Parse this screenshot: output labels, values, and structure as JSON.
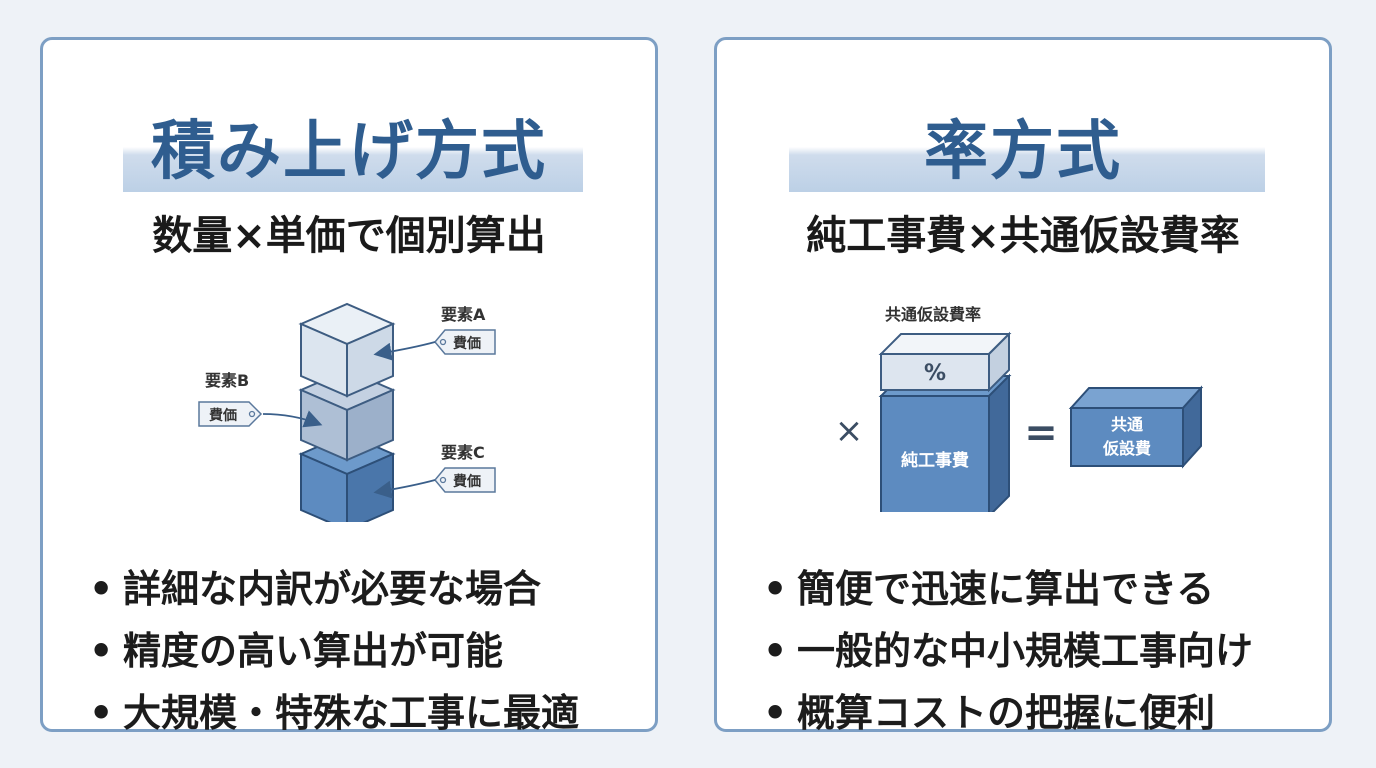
{
  "left": {
    "title": "積み上げ方式",
    "subtitle": "数量×単価で個別算出",
    "diagram": {
      "element_a": "要素A",
      "element_b": "要素B",
      "element_c": "要素C",
      "price_tag_a": "費価",
      "price_tag_b": "費価",
      "price_tag_c": "費価"
    },
    "bullets": [
      "詳細な内訳が必要な場合",
      "精度の高い算出が可能",
      "大規模・特殊な工事に最適"
    ]
  },
  "right": {
    "title": "率方式",
    "subtitle": "純工事費×共通仮設費率",
    "diagram": {
      "rate_label": "共通仮設費率",
      "percent_symbol": "%",
      "multiply_symbol": "×",
      "equals_symbol": "=",
      "base_block_label": "純工事費",
      "result_line1": "共通",
      "result_line2": "仮設費"
    },
    "bullets": [
      "簡便で迅速に算出できる",
      "一般的な中小規模工事向け",
      "概算コストの把握に便利"
    ]
  },
  "bullet_symbol": "•",
  "colors": {
    "border": "#7d9fc4",
    "title": "#2f5d8f",
    "block_dark": "#4f7fb7",
    "block_mid": "#a9b9cf",
    "block_light": "#dce4ee",
    "background": "#eef2f7"
  }
}
